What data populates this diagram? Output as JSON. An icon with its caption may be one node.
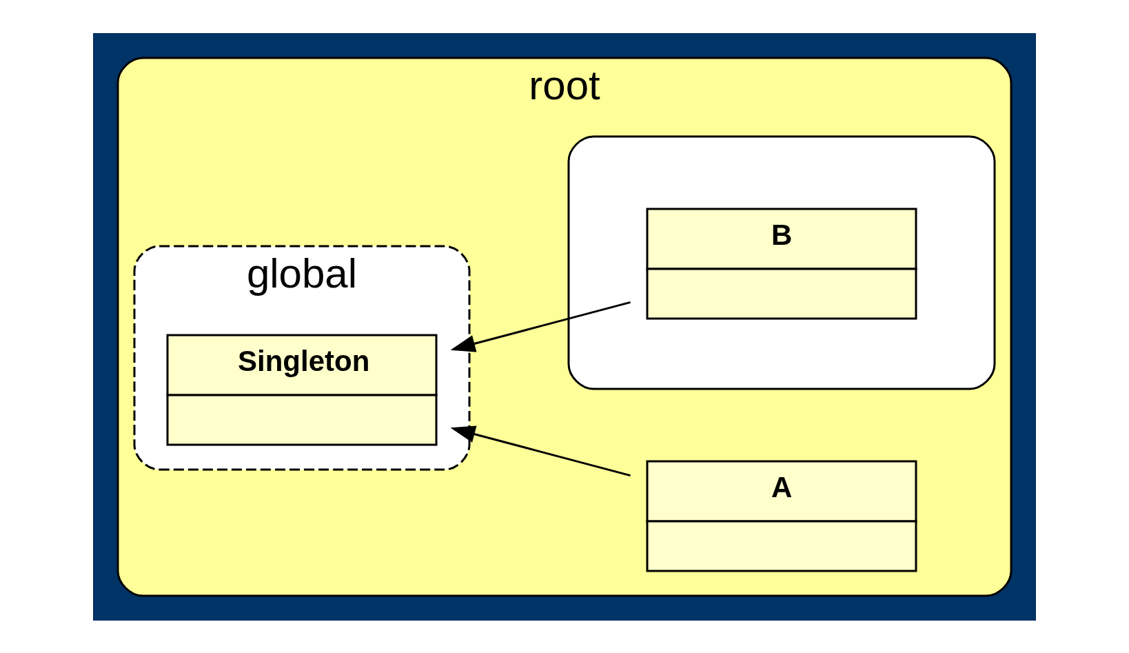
{
  "diagram": {
    "nodes": [
      {
        "text": [
          "root"
        ]
      },
      {
        "text": [
          "global"
        ],
        "in": 0
      },
      {
        "text": [
          "Singleton"
        ],
        "in": 1
      },
      {
        "text": [
          "A"
        ],
        "in": 0
      },
      {
        "text": [],
        "shape": "ellipse",
        "in": 0
      },
      {
        "text": [
          "B"
        ],
        "in": 4
      }
    ],
    "edges": [
      {
        "from": 3,
        "to": 2,
        "arrow": "to"
      },
      {
        "from": 5,
        "to": 2,
        "arrow": "to"
      }
    ]
  }
}
